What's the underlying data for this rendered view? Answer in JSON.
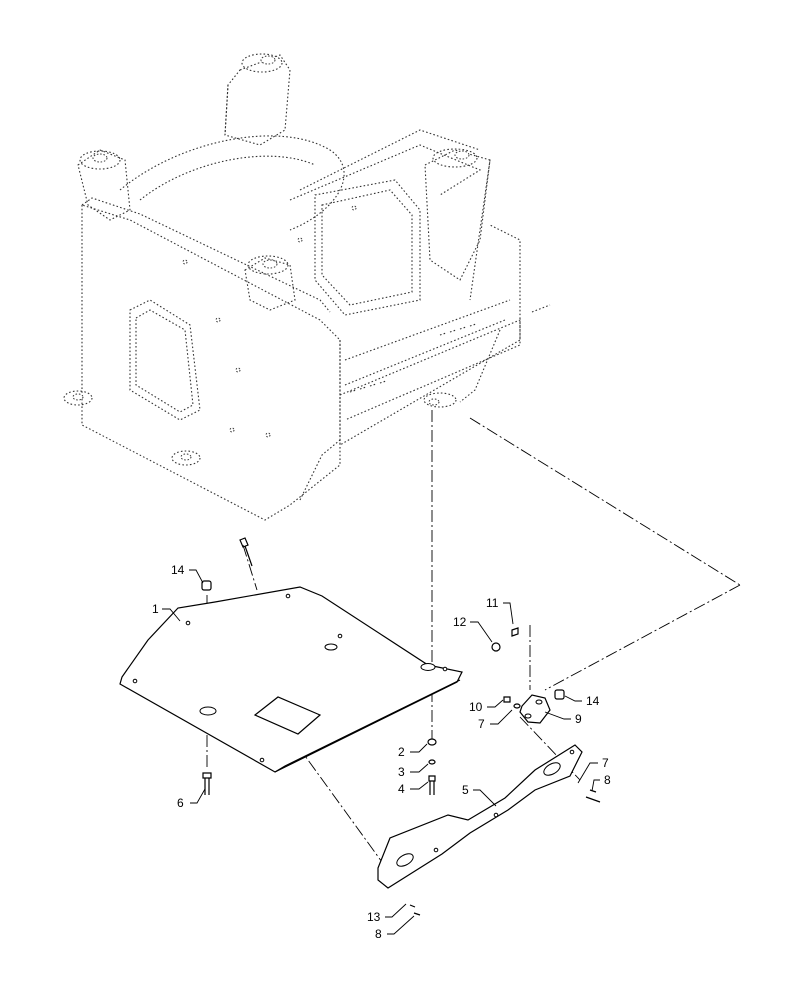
{
  "callouts": [
    {
      "id": "c14a",
      "text": "14"
    },
    {
      "id": "c1",
      "text": "1"
    },
    {
      "id": "c6",
      "text": "6"
    },
    {
      "id": "c2",
      "text": "2"
    },
    {
      "id": "c3",
      "text": "3"
    },
    {
      "id": "c4",
      "text": "4"
    },
    {
      "id": "c11",
      "text": "11"
    },
    {
      "id": "c12",
      "text": "12"
    },
    {
      "id": "c14b",
      "text": "14"
    },
    {
      "id": "c10",
      "text": "10"
    },
    {
      "id": "c7a",
      "text": "7"
    },
    {
      "id": "c9",
      "text": "9"
    },
    {
      "id": "c7b",
      "text": "7"
    },
    {
      "id": "c8a",
      "text": "8"
    },
    {
      "id": "c5",
      "text": "5"
    },
    {
      "id": "c13",
      "text": "13"
    },
    {
      "id": "c8b",
      "text": "8"
    }
  ]
}
